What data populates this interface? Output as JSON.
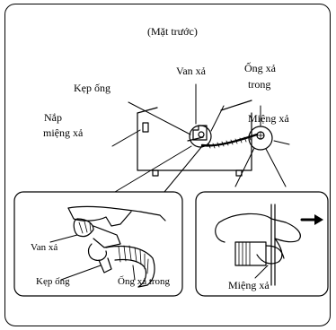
{
  "labels": {
    "view": "(Mặt trước)",
    "drain_valve": "Van xả",
    "inner_hose_line1": "Ống xả",
    "inner_hose_line2": "trong",
    "hose_clamp": "Kẹp ống",
    "cap_line1": "Nắp",
    "cap_line2": "miệng xả",
    "outlet": "Miệng xả"
  },
  "detail_left": {
    "drain_valve": "Van xả",
    "hose_clamp": "Kẹp ống",
    "inner_hose": "Ống xả trong"
  },
  "detail_right": {
    "outlet": "Miệng xả"
  }
}
